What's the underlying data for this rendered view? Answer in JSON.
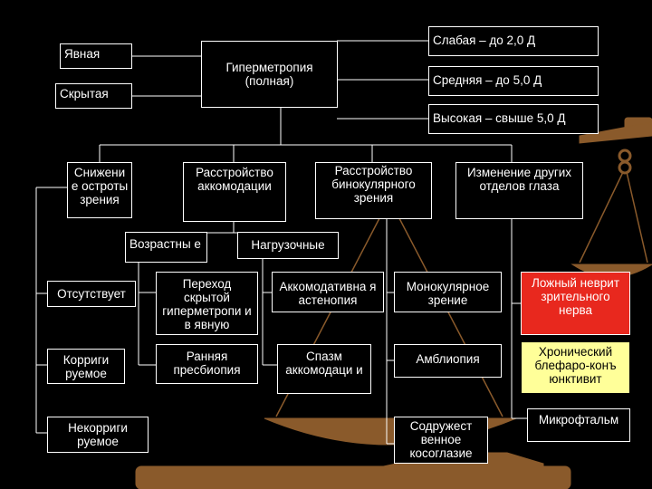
{
  "colors": {
    "background": "#000000",
    "box_border": "#ffffff",
    "highlight_red": "#e8281e",
    "highlight_yellow": "#ffff99",
    "scale_bronze": "#8a5a2b"
  },
  "root": {
    "label": "Гиперметропия (полная)"
  },
  "forms": {
    "explicit": "Явная",
    "latent": "Скрытая"
  },
  "degrees": {
    "weak": "Слабая – до 2,0 Д",
    "medium": "Средняя – до 5,0 Д",
    "high": "Высокая – свыше 5,0 Д"
  },
  "categories": {
    "acuity": "Снижени е остроты зрения",
    "accommodation": "Расстройство аккомодации",
    "binocular": "Расстройство бинокулярного зрения",
    "other": "Изменение других отделов глаза"
  },
  "accommodation_types": {
    "age": "Возрастны е",
    "load": "Нагрузочные"
  },
  "acuity_items": {
    "absent": "Отсутствует",
    "correctable": "Корриги руемое",
    "uncorrectable": "Некорриги руемое"
  },
  "age_items": {
    "transition": "Переход скрытой гиперметропи и в явную",
    "presbyopia": "Ранняя пресбиопия"
  },
  "load_items": {
    "asthenopia": "Аккомодативна я астенопия",
    "spasm": "Спазм аккомодаци и"
  },
  "binocular_items": {
    "monocular": "Монокулярное зрение",
    "amblyopia": "Амблиопия",
    "strabismus": "Содружест венное косоглазие"
  },
  "other_items": {
    "neuritis": "Ложный неврит зрительного нерва",
    "blepharo": "Хронический блефаро-конъ юнктивит",
    "microphthalmia": "Микрофтальм"
  }
}
